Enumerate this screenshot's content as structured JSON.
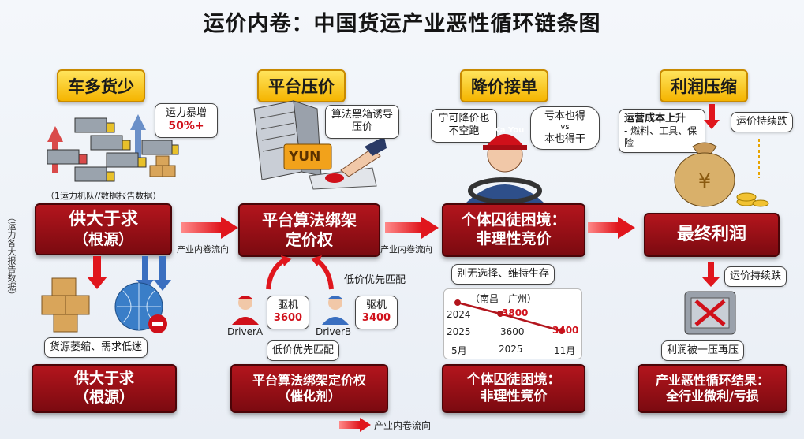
{
  "title": "运价内卷：中国货运产业恶性循环链条图",
  "side_note": "（运力各大报告数据）",
  "flow_label": "产业内卷流向",
  "stage1": {
    "header": "车多货少",
    "callout": "运力暴增",
    "callout_value": "50%+",
    "caption": "（1运力机队//数据报告数据）",
    "box": [
      "供大于求",
      "（根源）"
    ],
    "bottom_caption": "货源萎缩、需求低迷",
    "bottom_box": [
      "供大于求",
      "（根源）"
    ]
  },
  "stage2": {
    "header": "平台压价",
    "callout": "算法黑箱诱导压价",
    "server_label": "YUN",
    "box": [
      "平台算法绑架",
      "定价权"
    ],
    "match_label": "低价优先匹配",
    "driverA": {
      "name": "DriverA",
      "role": "驱机",
      "price": "3600"
    },
    "driverB": {
      "name": "DriverB",
      "role": "驱机",
      "price": "3400"
    },
    "bottom_caption": "低价优先匹配",
    "bottom_box": [
      "平台算法绑架定价权",
      "（催化剂）"
    ]
  },
  "stage3": {
    "header": "降价接单",
    "bubble_left": "宁可降价也不空跑",
    "bubble_right_1": "亏本也得",
    "bubble_right_vs": "vs",
    "bubble_right_2": "本也得干",
    "cap_text": "Ka You",
    "box": [
      "个体囚徒困境：",
      "非理性竞价"
    ],
    "caption": "别无选择、维持生存",
    "route_title": "（南昌—广州）",
    "route_years": [
      "2024",
      "2025",
      "5月"
    ],
    "route_values": [
      "3800",
      "3600",
      "3400"
    ],
    "route_xlabels": [
      "2025",
      "11月"
    ],
    "bottom_box": [
      "个体囚徒困境：",
      "非理性竞价"
    ]
  },
  "stage4": {
    "header": "利润压缩",
    "cost_title": "运营成本上升",
    "cost_items": "- 燃料、工具、保险",
    "trend1": "运价持续跌",
    "box": "最终利润",
    "trend2": "运价持续跌",
    "caption": "利润被一压再压",
    "bottom_box": [
      "产业恶性循环结果：",
      "全行业微利/亏损"
    ]
  },
  "colors": {
    "accent_red": "#b3151d",
    "header_yellow": "#f5b400"
  }
}
